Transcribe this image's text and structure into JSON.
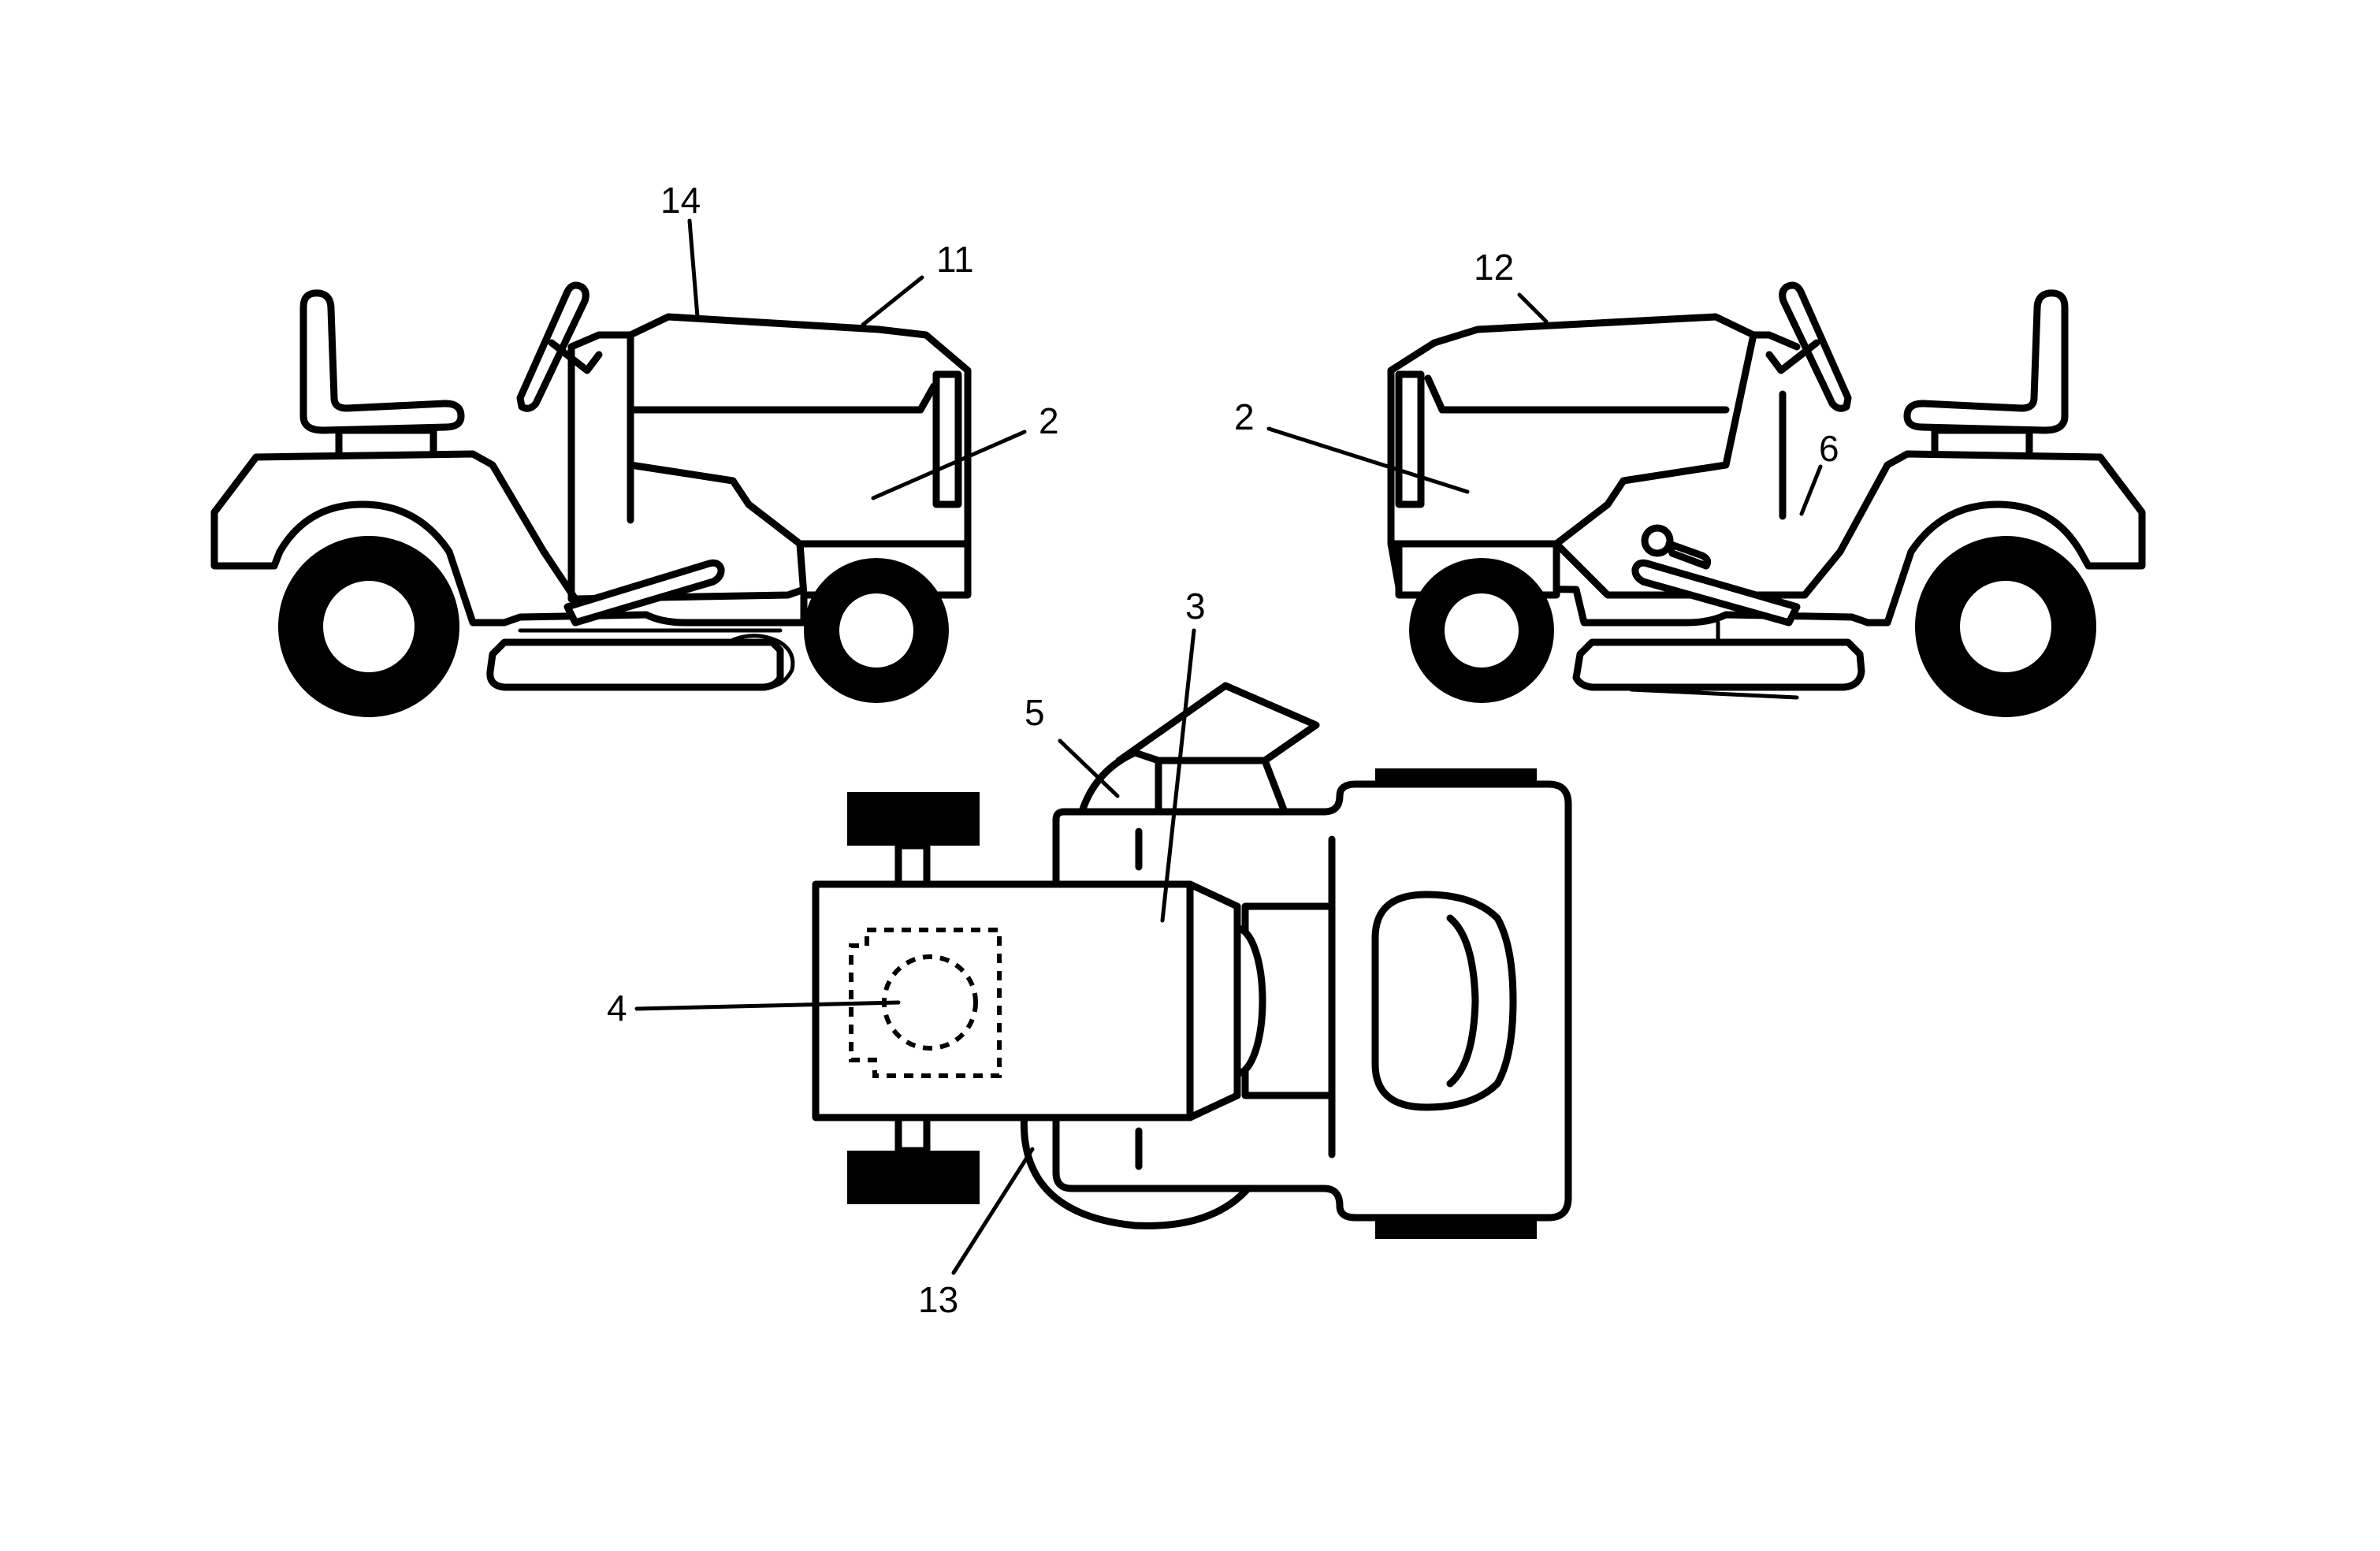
{
  "callouts": {
    "left_14": "14",
    "left_11": "11",
    "left_2": "2",
    "right_12": "12",
    "right_2": "2",
    "right_6": "6",
    "top_3": "3",
    "top_5": "5",
    "top_4": "4",
    "top_13": "13"
  },
  "icons": [
    "left-side-mower-view",
    "right-side-mower-view",
    "top-mower-view"
  ],
  "colors": {
    "line": "#000000",
    "background": "#ffffff"
  }
}
